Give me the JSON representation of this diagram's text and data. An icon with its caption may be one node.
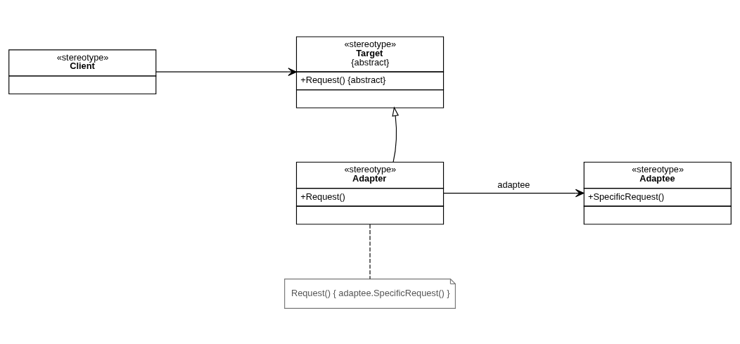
{
  "diagram": {
    "nodes": [
      {
        "text": [
          "«stereotype»",
          "Client"
        ]
      },
      {
        "text": [
          "«stereotype»",
          "Target",
          "{abstract}",
          "+Request() {abstract}"
        ]
      },
      {
        "text": [
          "«stereotype»",
          "Adapter",
          "+Request()"
        ]
      },
      {
        "text": [
          "«stereotype»",
          "Adaptee",
          "+SpecificRequest()"
        ]
      },
      {
        "text": [
          "Request() { adaptee.SpecificRequest() }"
        ]
      }
    ],
    "edges": [
      {
        "from": 0,
        "to": 1,
        "arrow": "to"
      },
      {
        "from": 2,
        "to": 1,
        "arrow": "to"
      },
      {
        "from": 2,
        "to": 3,
        "arrow": "to",
        "label": "adaptee"
      },
      {
        "from": 2,
        "to": 4,
        "arrow": "none",
        "style": "dashed"
      }
    ]
  }
}
